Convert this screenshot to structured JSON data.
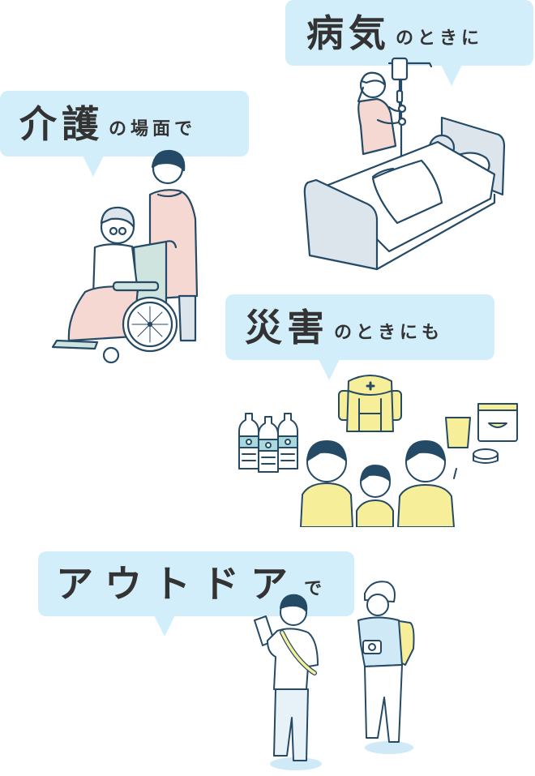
{
  "colors": {
    "bubble": "#d3eefb",
    "text": "#333333",
    "line": "#254a66",
    "pink": "#f6d8d3",
    "green": "#cfe3df",
    "yellow": "#f7ee9a",
    "blue_light": "#cfe9f7",
    "gray_light": "#dde5ec"
  },
  "scenes": [
    {
      "id": "illness",
      "big": "病気",
      "small": "のときに",
      "illustration": "nurse-with-iv-and-patient-in-bed"
    },
    {
      "id": "care",
      "big": "介護",
      "small": "の場面で",
      "illustration": "caregiver-pushing-elderly-in-wheelchair"
    },
    {
      "id": "disaster",
      "big": "災害",
      "small": "のときにも",
      "illustration": "family-with-emergency-supplies",
      "items": [
        "water-bottles",
        "emergency-backpack",
        "cup",
        "rice-pack",
        "fish-can"
      ]
    },
    {
      "id": "outdoor",
      "big": "アウトドア",
      "small": "で",
      "illustration": "two-hikers-with-map-and-camera"
    }
  ]
}
